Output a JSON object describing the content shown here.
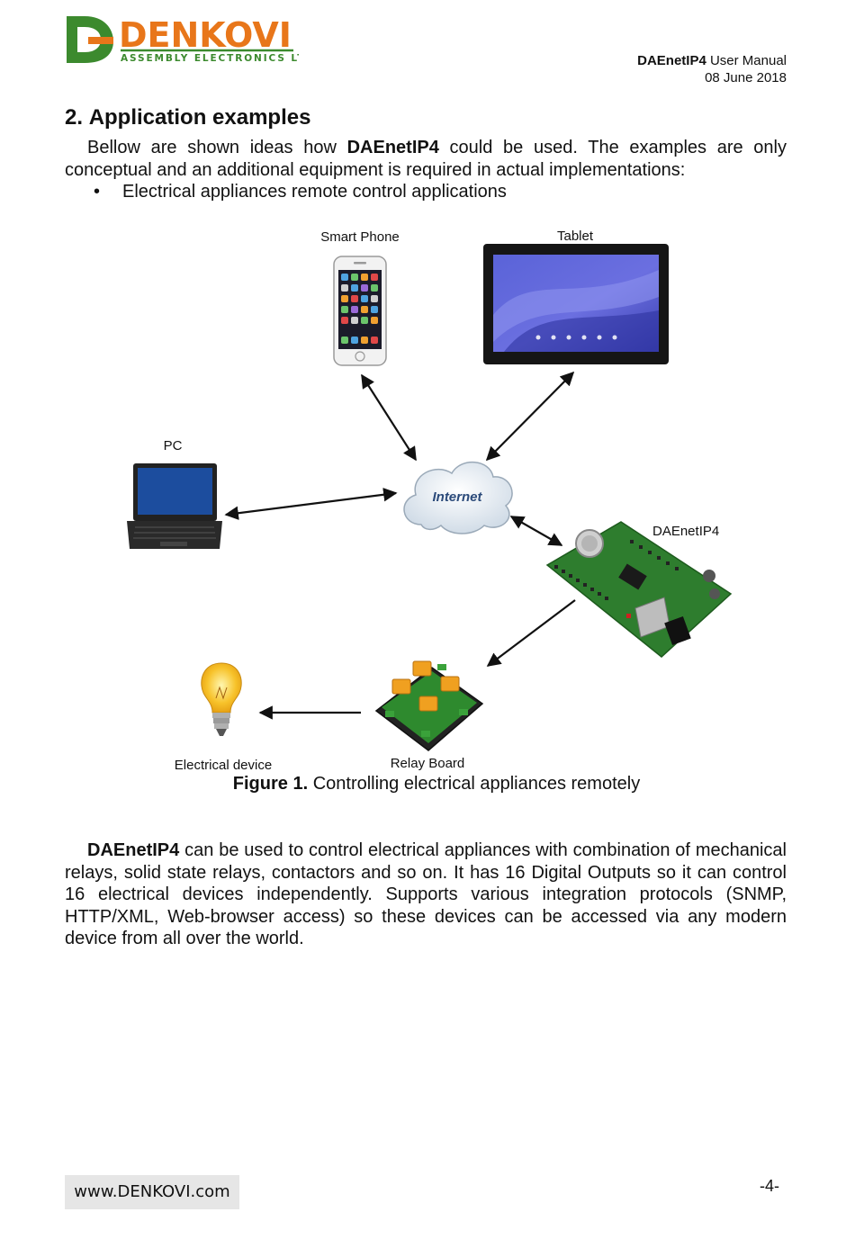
{
  "header": {
    "logo_name": "DENKOVI",
    "logo_sub": "ASSEMBLY ELECTRONICS LTD",
    "doc_product": "DAEnetIP4",
    "doc_title_rest": " User Manual",
    "doc_date": "08 June 2018"
  },
  "section": {
    "number": "2.",
    "title": "Application examples",
    "intro_prefix": "Bellow are shown ideas how ",
    "intro_product": "DAEnetIP4",
    "intro_suffix": " could be used. The examples are only conceptual and an additional equipment is required in actual implementations:",
    "bullet_symbol": "•",
    "bullet_text": "Electrical appliances remote control applications"
  },
  "figure": {
    "labels": {
      "smart_phone": "Smart Phone",
      "tablet": "Tablet",
      "pc": "PC",
      "internet": "Internet",
      "daenetip4": "DAEnetIP4",
      "electrical_device": "Electrical device",
      "relay_board": "Relay Board"
    },
    "caption_prefix": "Figure 1.",
    "caption_text": " Controlling electrical appliances remotely"
  },
  "body": {
    "product": "DAEnetIP4",
    "text": " can be used to control electrical appliances with combination of mechanical relays, solid state relays, contactors and so on. It has 16 Digital Outputs so it can control 16 electrical devices independently. Supports various integration protocols (SNMP, HTTP/XML, Web-browser access) so these devices can be accessed via any modern device from all over the world."
  },
  "footer": {
    "url": "www.DENKOVI.com",
    "page_number": "-4-"
  },
  "colors": {
    "logo_orange": "#e8761a",
    "logo_green": "#3c8a2e",
    "board_green": "#2e7d2e"
  }
}
